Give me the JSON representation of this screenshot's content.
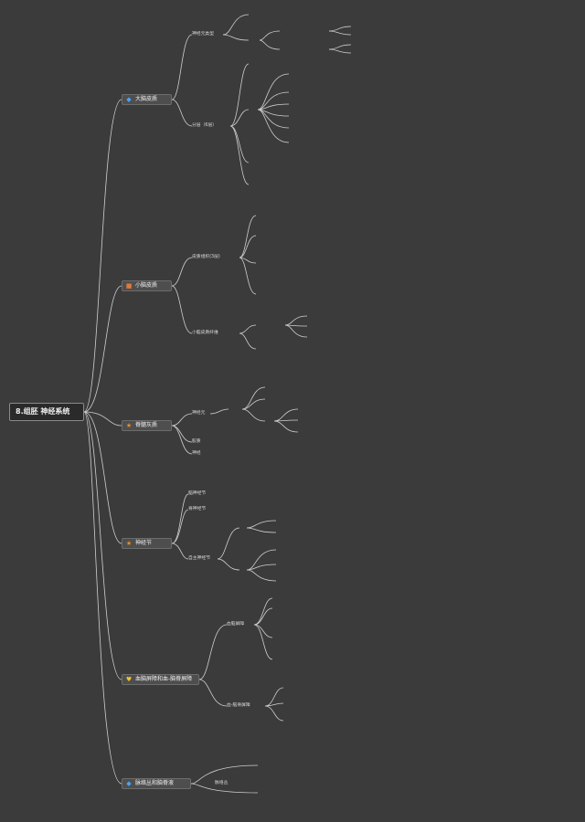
{
  "root": "8.组胚 神经系统",
  "colors": {
    "background": "#3b3b3b",
    "line": "#cfcfcf",
    "box": "#4e4e4e"
  },
  "branches": [
    {
      "label": "大脑皮质",
      "icon": "blue-diamond-icon",
      "children": [
        {
          "label": "神经元类型"
        },
        {
          "label": "分层（6层）"
        }
      ]
    },
    {
      "label": "小脑皮质",
      "icon": "orange-square-icon",
      "children": [
        {
          "label": "皮质组织(3层)"
        },
        {
          "label": "小脑皮质纤维"
        }
      ]
    },
    {
      "label": "脊髓灰质",
      "icon": "orange-star-icon",
      "children": [
        {
          "label": "神经元"
        },
        {
          "label": "胶质"
        },
        {
          "label": "神经"
        }
      ]
    },
    {
      "label": "神经节",
      "icon": "orange-star-icon",
      "children": [
        {
          "label": "脑神经节"
        },
        {
          "label": "脊神经节"
        },
        {
          "label": "自主神经节"
        }
      ]
    },
    {
      "label": "血脑屏障和血-脑脊屏障",
      "icon": "yellow-heart-icon",
      "children": [
        {
          "label": "血脑屏障"
        },
        {
          "label": "血-脑脊屏障"
        }
      ]
    },
    {
      "label": "脉络丛和脑脊液",
      "icon": "blue-diamond-icon",
      "children": [
        {
          "label": "脉络丛"
        }
      ]
    }
  ]
}
